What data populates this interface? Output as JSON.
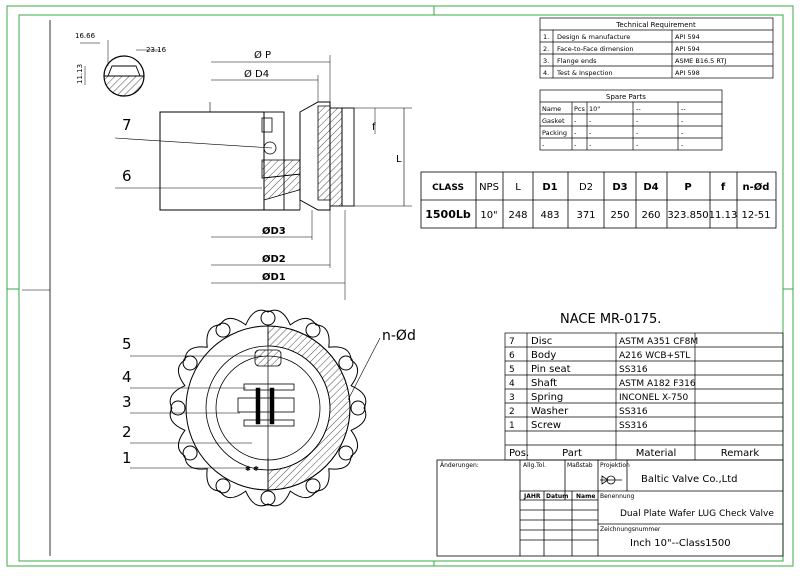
{
  "tech": {
    "title": "Technical Requirement",
    "rows": [
      {
        "no": "1.",
        "item": "Design & manufacture",
        "std": "API 594"
      },
      {
        "no": "2.",
        "item": "Face-to-Face dimension",
        "std": "API 594"
      },
      {
        "no": "3.",
        "item": "Flange ends",
        "std": "ASME B16.5 RTJ"
      },
      {
        "no": "4.",
        "item": "Test & Inspection",
        "std": "API 598"
      }
    ]
  },
  "spare": {
    "title": "Spare Parts",
    "headers": [
      "Name",
      "Pcs",
      "10\"",
      "--",
      "--"
    ],
    "rows": [
      [
        "Gasket",
        "-",
        "-",
        "-",
        "-"
      ],
      [
        "Packing",
        "-",
        "-",
        "-",
        "-"
      ],
      [
        "-",
        "-",
        "-",
        "-",
        "-"
      ]
    ]
  },
  "dims": {
    "headers": [
      "CLASS",
      "NPS",
      "L",
      "D1",
      "D2",
      "D3",
      "D4",
      "P",
      "f",
      "n-Ød"
    ],
    "row": [
      "1500Lb",
      "10\"",
      "248",
      "483",
      "371",
      "250",
      "260",
      "323.850",
      "11.13",
      "12-51"
    ]
  },
  "detail": {
    "d1": "16.66",
    "d2": "23.16",
    "d3": "11.13"
  },
  "labels": {
    "p": "Ø P",
    "d4": "Ø D4",
    "d3": "ØD3",
    "d2": "ØD2",
    "d1": "ØD1",
    "f": "f",
    "l": "L",
    "nd": "n-Ød",
    "nace": "NACE MR-0175."
  },
  "balloons": [
    "7",
    "6",
    "5",
    "4",
    "3",
    "2",
    "1"
  ],
  "parts": {
    "rows": [
      {
        "pos": "7",
        "part": "Disc",
        "material": "ASTM A351 CF8M"
      },
      {
        "pos": "6",
        "part": "Body",
        "material": "A216 WCB+STL"
      },
      {
        "pos": "5",
        "part": "Pin seat",
        "material": "SS316"
      },
      {
        "pos": "4",
        "part": "Shaft",
        "material": "ASTM A182 F316"
      },
      {
        "pos": "3",
        "part": "Spring",
        "material": "INCONEL X-750"
      },
      {
        "pos": "2",
        "part": "Washer",
        "material": "SS316"
      },
      {
        "pos": "1",
        "part": "Screw",
        "material": "SS316"
      }
    ],
    "headers": [
      "Pos.",
      "Part",
      "Material",
      "Remark"
    ]
  },
  "title_block": {
    "anderungen": "Änderungen:",
    "allg_tol": "Allg.Tol.",
    "massstab": "Maßstab",
    "projektion": "Projektion",
    "company": "Baltic Valve Co.,Ltd",
    "benennung": "Benennung",
    "jahr": "JAHR",
    "datum": "Datum",
    "name": "Name",
    "drawing_title": "Dual Plate Wafer LUG Check Valve",
    "zeichnungsnummer": "Zeichnungsnummer",
    "drawing_no": "Inch 10\"--Class1500"
  }
}
